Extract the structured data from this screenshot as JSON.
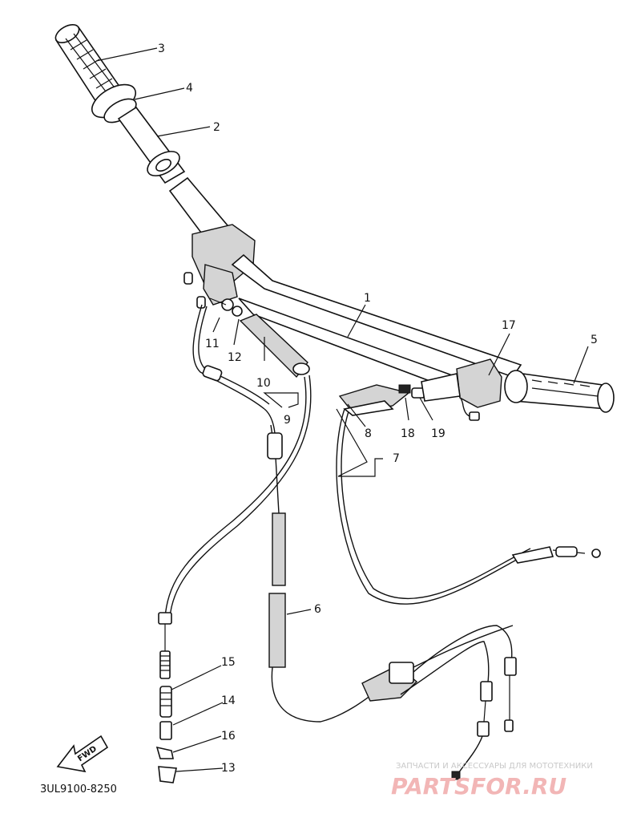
{
  "diagram": {
    "callouts": [
      {
        "id": "c1",
        "label": "1"
      },
      {
        "id": "c2",
        "label": "2"
      },
      {
        "id": "c3",
        "label": "3"
      },
      {
        "id": "c4",
        "label": "4"
      },
      {
        "id": "c5",
        "label": "5"
      },
      {
        "id": "c6",
        "label": "6"
      },
      {
        "id": "c7",
        "label": "7"
      },
      {
        "id": "c8",
        "label": "8"
      },
      {
        "id": "c9",
        "label": "9"
      },
      {
        "id": "c10",
        "label": "10"
      },
      {
        "id": "c11",
        "label": "11"
      },
      {
        "id": "c12",
        "label": "12"
      },
      {
        "id": "c13",
        "label": "13"
      },
      {
        "id": "c14",
        "label": "14"
      },
      {
        "id": "c15",
        "label": "15"
      },
      {
        "id": "c16",
        "label": "16"
      },
      {
        "id": "c17",
        "label": "17"
      },
      {
        "id": "c18",
        "label": "18"
      },
      {
        "id": "c19",
        "label": "19"
      }
    ],
    "direction_label": "FWD",
    "drawing_code": "3UL9100-8250"
  },
  "watermark": {
    "tagline": "ЗАПЧАСТИ И АКСЕССУАРЫ ДЛЯ МОТОТЕХНИКИ",
    "brand": "PARTSFOR.RU"
  }
}
